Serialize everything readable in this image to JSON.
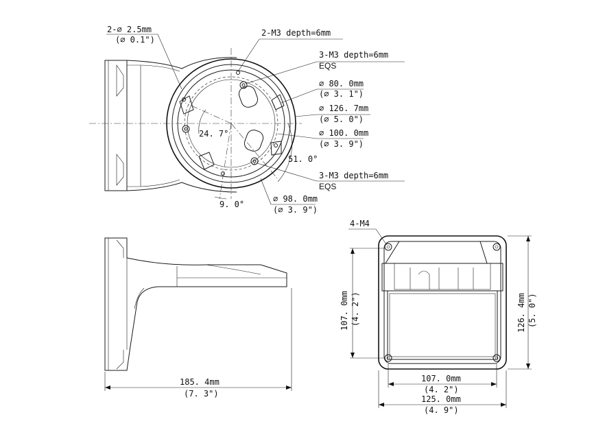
{
  "top_view": {
    "holes_label": "2-∅ 2.5mm",
    "holes_label_in": "(∅ 0.1\")",
    "m3_top": "2-M3 depth=6mm",
    "m3_eqs_1": "3-M3 depth=6mm",
    "eqs_1": "EQS",
    "d80": "∅ 80. 0mm",
    "d80_in": "(∅ 3. 1\")",
    "d126": "∅ 126. 7mm",
    "d126_in": "(∅ 5. 0\")",
    "d100": "∅ 100. 0mm",
    "d100_in": "(∅ 3. 9\")",
    "m3_eqs_2": "3-M3 depth=6mm",
    "eqs_2": "EQS",
    "d98": "∅ 98. 0mm",
    "d98_in": "(∅ 3. 9\")",
    "angle_24": "24. 7°",
    "angle_51": "51. 0°",
    "angle_9": "9. 0°"
  },
  "side_view": {
    "length": "185. 4mm",
    "length_in": "(7. 3\")"
  },
  "front_view": {
    "holes": "4-M4",
    "height_inner": "107. 0mm",
    "height_inner_in": "(4. 2\")",
    "height_outer": "126. 4mm",
    "height_outer_in": "(5. 0\")",
    "width_inner": "107. 0mm",
    "width_inner_in": "(4. 2\")",
    "width_outer": "125. 0mm",
    "width_outer_in": "(4. 9\")"
  }
}
